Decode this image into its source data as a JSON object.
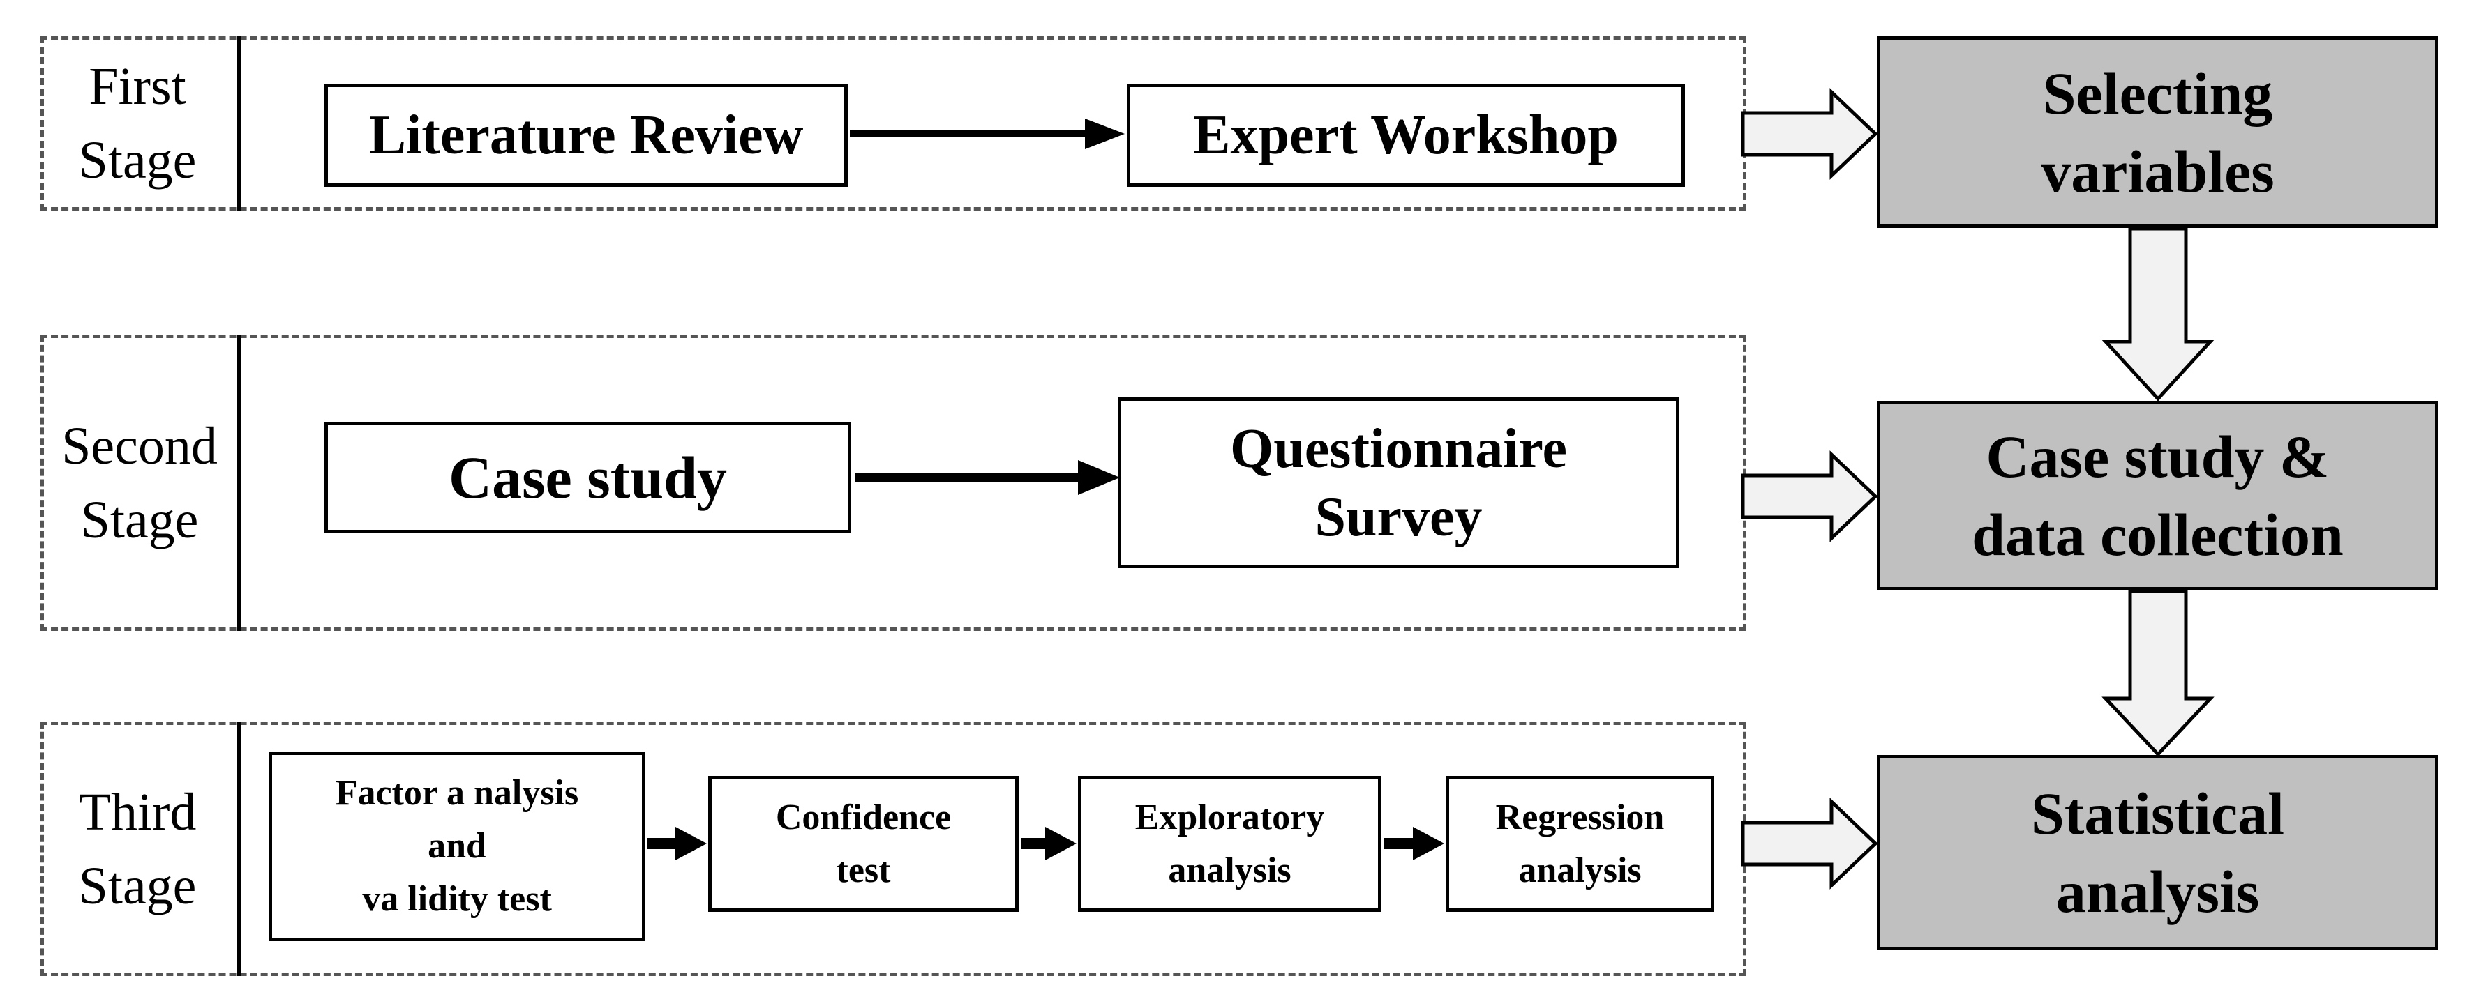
{
  "stages": [
    {
      "label_lines": [
        "First",
        "Stage"
      ],
      "steps": [
        {
          "lines": [
            "Literature Review"
          ]
        },
        {
          "lines": [
            "Expert Workshop"
          ]
        }
      ]
    },
    {
      "label_lines": [
        "Second",
        "Stage"
      ],
      "steps": [
        {
          "lines": [
            "Case study"
          ]
        },
        {
          "lines": [
            "Questionnaire",
            "Survey"
          ]
        }
      ]
    },
    {
      "label_lines": [
        "Third",
        "Stage"
      ],
      "steps": [
        {
          "lines": [
            "Factor a nalysis",
            "and",
            "va lidity test"
          ]
        },
        {
          "lines": [
            "Confidence",
            "test"
          ]
        },
        {
          "lines": [
            "Exploratory",
            "analysis"
          ]
        },
        {
          "lines": [
            "Regression",
            "analysis"
          ]
        }
      ]
    }
  ],
  "results": [
    {
      "lines": [
        "Selecting",
        "variables"
      ]
    },
    {
      "lines": [
        "Case study &",
        "data collection"
      ]
    },
    {
      "lines": [
        "Statistical",
        "analysis"
      ]
    }
  ],
  "colors": {
    "result_fill": "#c0c0c0",
    "hollow_arrow_fill": "#f2f2f2",
    "line": "#000000"
  }
}
